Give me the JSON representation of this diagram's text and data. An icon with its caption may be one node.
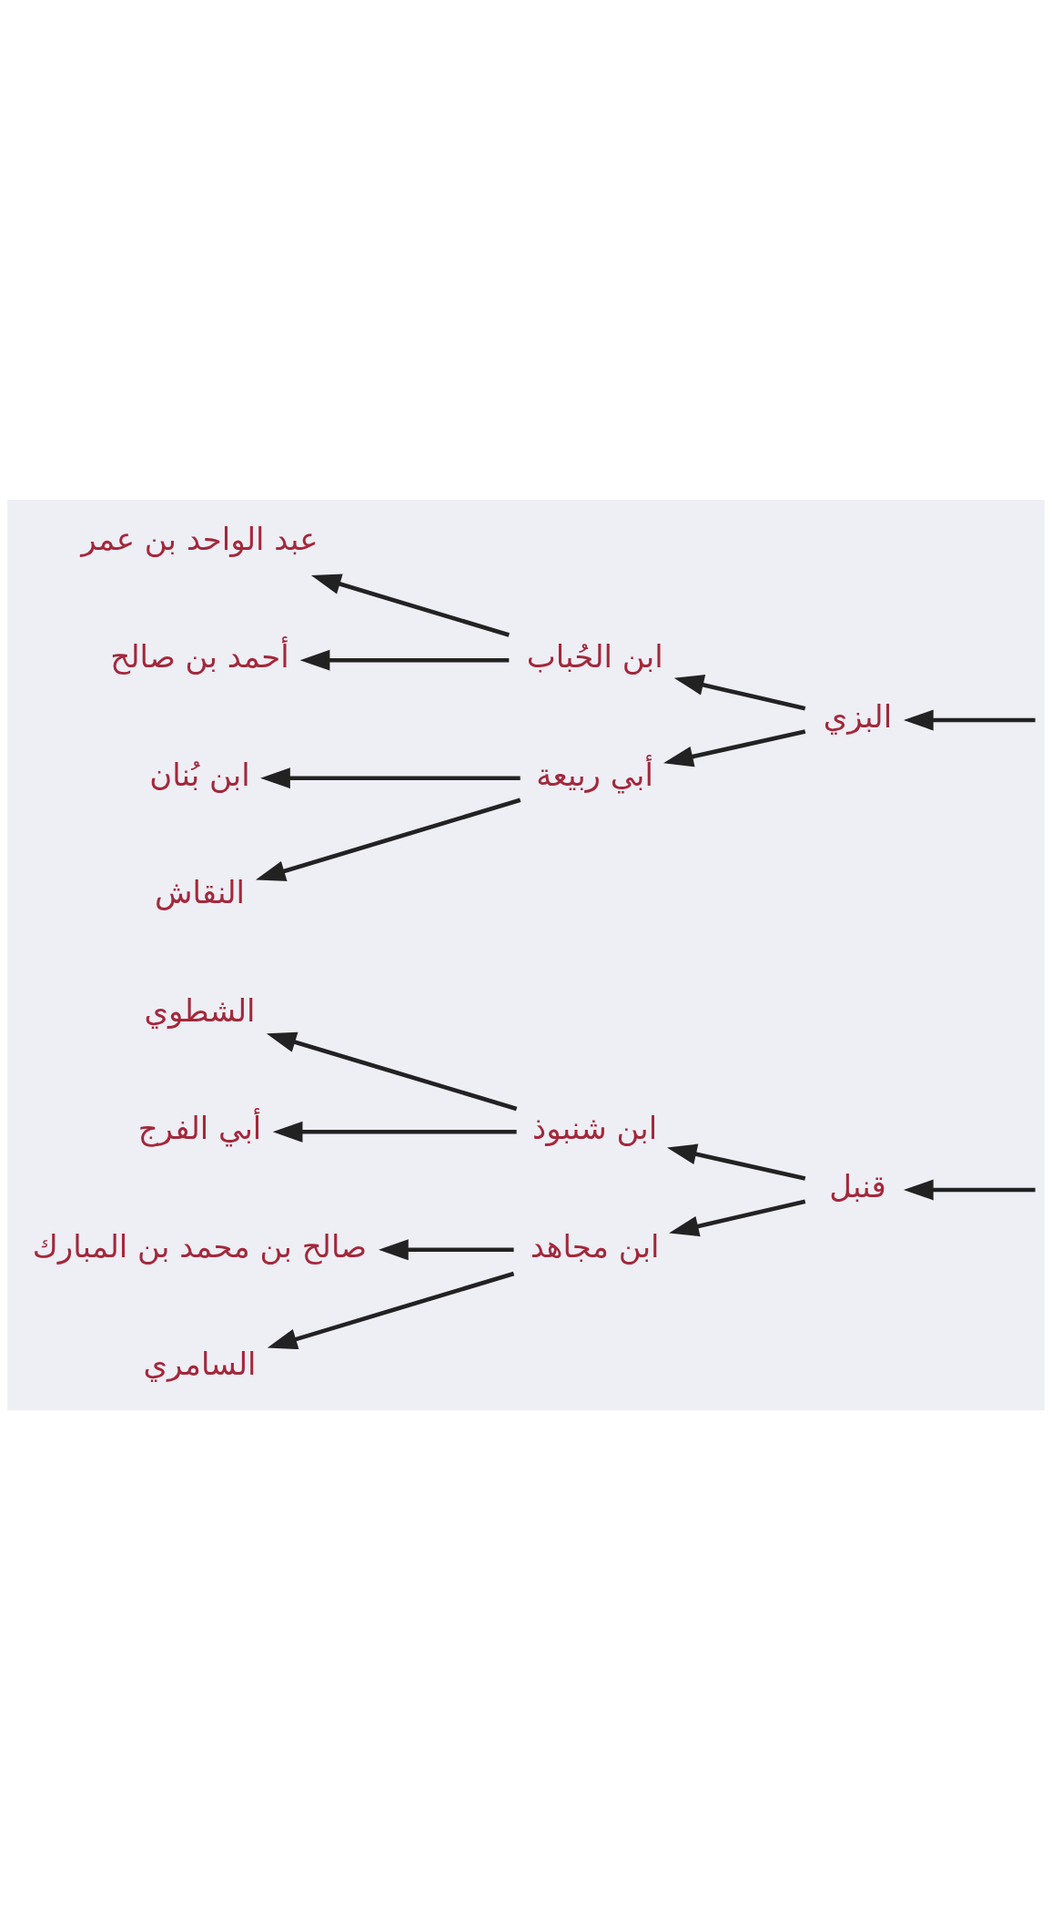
{
  "diagram": {
    "nodes": [
      {
        "text": [
          "قنبل"
        ]
      },
      {
        "text": [
          "ابن شنبوذ"
        ]
      },
      {
        "text": [
          "ابن مجاهد"
        ]
      },
      {
        "text": [
          "الشطوي"
        ]
      },
      {
        "text": [
          "أبي الفرج"
        ]
      },
      {
        "text": [
          "صالح بن محمد بن المبارك"
        ]
      },
      {
        "text": [
          "السامري"
        ]
      },
      {
        "text": [
          "البزي"
        ]
      },
      {
        "text": [
          "ابن الحُباب"
        ]
      },
      {
        "text": [
          "أبي ربيعة"
        ]
      },
      {
        "text": [
          "عبد الواحد بن عمر"
        ]
      },
      {
        "text": [
          "أحمد بن صالح"
        ]
      },
      {
        "text": [
          "ابن بُنان"
        ]
      },
      {
        "text": [
          "النقاش"
        ]
      }
    ],
    "edges": [
      {
        "from": null,
        "to": 0,
        "arrow": "to"
      },
      {
        "from": null,
        "to": 7,
        "arrow": "to"
      },
      {
        "from": 0,
        "to": 1,
        "arrow": "to"
      },
      {
        "from": 0,
        "to": 2,
        "arrow": "to"
      },
      {
        "from": 1,
        "to": 3,
        "arrow": "to"
      },
      {
        "from": 1,
        "to": 4,
        "arrow": "to"
      },
      {
        "from": 2,
        "to": 5,
        "arrow": "to"
      },
      {
        "from": 2,
        "to": 6,
        "arrow": "to"
      },
      {
        "from": 7,
        "to": 8,
        "arrow": "to"
      },
      {
        "from": 7,
        "to": 9,
        "arrow": "to"
      },
      {
        "from": 8,
        "to": 10,
        "arrow": "to"
      },
      {
        "from": 8,
        "to": 11,
        "arrow": "to"
      },
      {
        "from": 9,
        "to": 12,
        "arrow": "to"
      },
      {
        "from": 9,
        "to": 13,
        "arrow": "to"
      }
    ]
  }
}
